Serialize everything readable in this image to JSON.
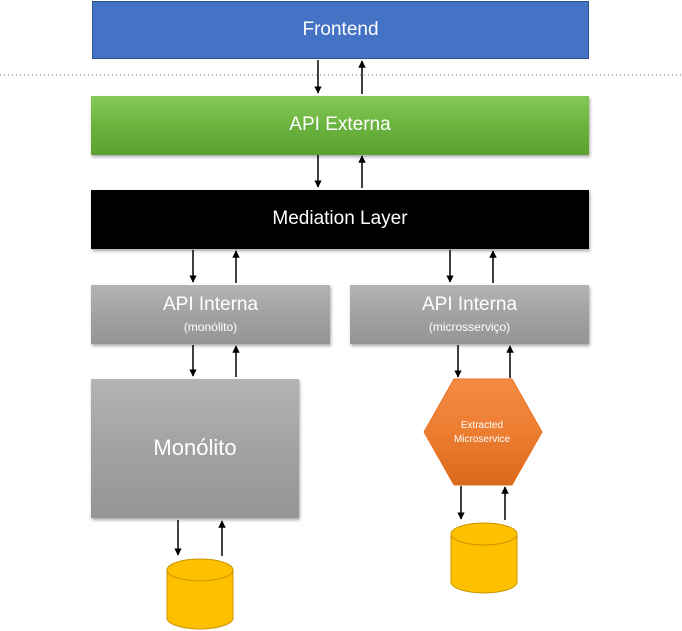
{
  "frontend": {
    "label": "Frontend"
  },
  "api_externa": {
    "label": "API Externa"
  },
  "mediation": {
    "label": "Mediation Layer"
  },
  "api_interna_monolito": {
    "label": "API Interna",
    "sublabel": "(monólito)"
  },
  "api_interna_micro": {
    "label": "API Interna",
    "sublabel": "(microsserviço)"
  },
  "monolito": {
    "label": "Monólito"
  },
  "extracted": {
    "line1": "Extracted",
    "line2": "Microservice"
  },
  "colors": {
    "frontend": "#4472c4",
    "api_externa": "#70ad47",
    "mediation": "#000000",
    "api_interna": "#a5a5a5",
    "microservice": "#ed7d31",
    "database": "#ffc000"
  }
}
